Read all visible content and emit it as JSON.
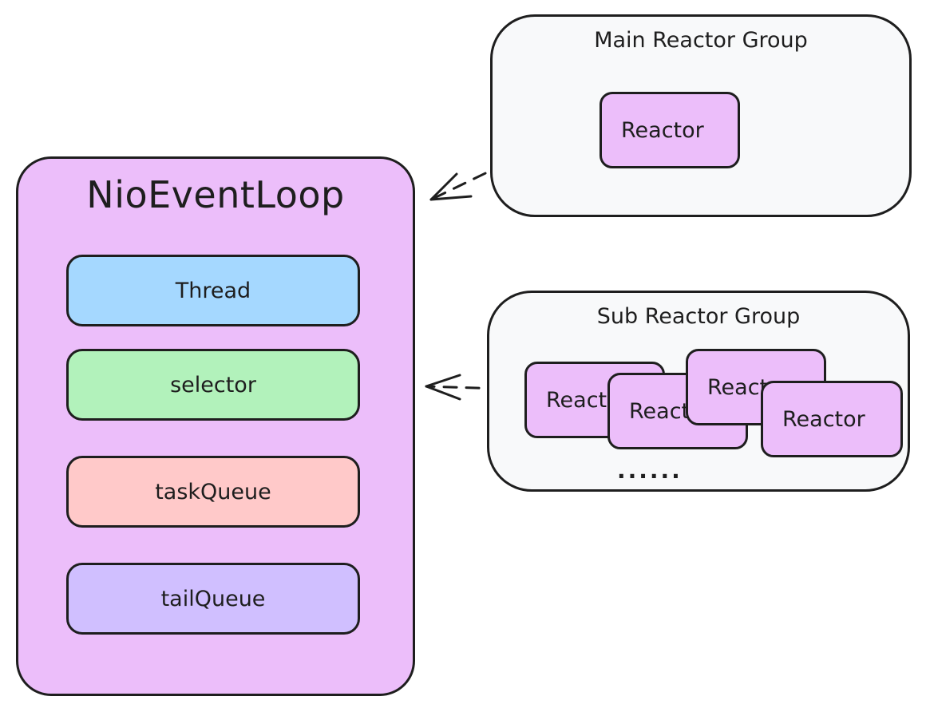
{
  "event_loop": {
    "title": "NioEventLoop",
    "components": [
      {
        "label": "Thread",
        "color": "#a5d8ff"
      },
      {
        "label": "selector",
        "color": "#b2f2bb"
      },
      {
        "label": "taskQueue",
        "color": "#ffc9c9"
      },
      {
        "label": "tailQueue",
        "color": "#d0bfff"
      }
    ],
    "color": "#ecbefa"
  },
  "main_reactor_group": {
    "title": "Main Reactor Group",
    "reactor_label": "Reactor"
  },
  "sub_reactor_group": {
    "title": "Sub Reactor Group",
    "reactor_labels": [
      "Reactor",
      "Reactor",
      "Reactor",
      "Reactor"
    ],
    "ellipsis": "......"
  },
  "colors": {
    "stroke": "#1e1e1e",
    "group_fill": "#f8f9fa",
    "reactor_fill": "#ecbefa"
  }
}
